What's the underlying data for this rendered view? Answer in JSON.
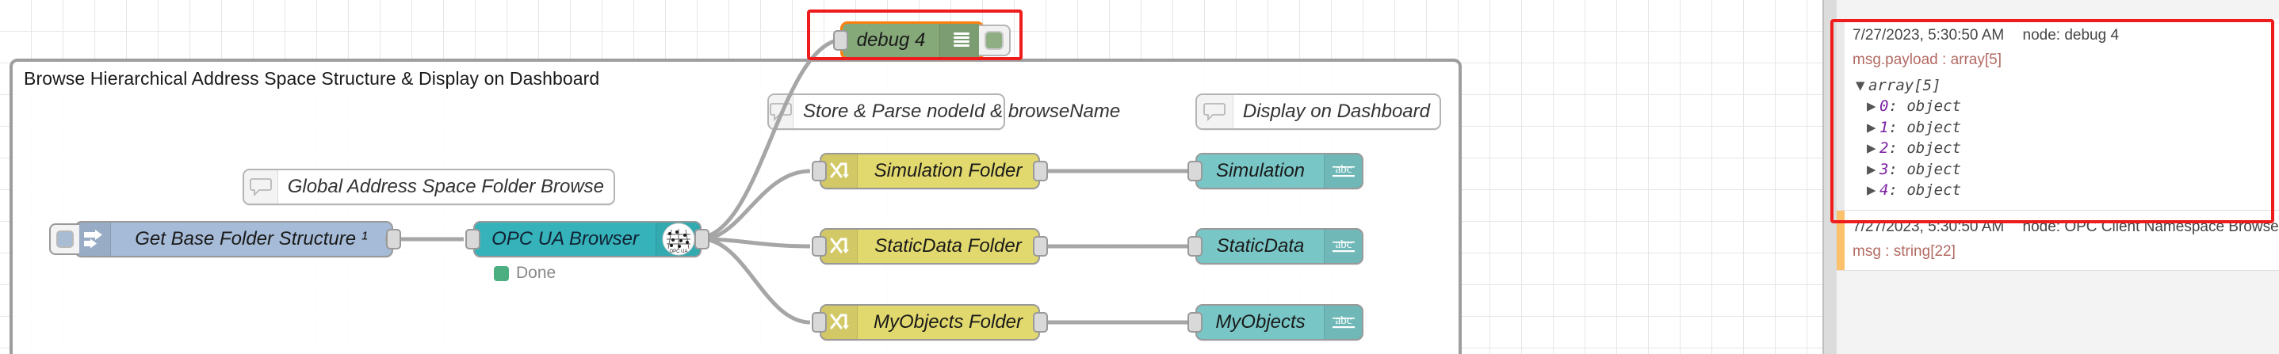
{
  "canvas": {
    "group": {
      "label": "Browse Hierarchical Address Space Structure & Display on Dashboard"
    },
    "nodes": [
      {
        "id": "inject",
        "type": "inject",
        "label": "Get Base Folder Structure ¹"
      },
      {
        "id": "opcua",
        "type": "opcua",
        "label": "OPC UA Browser",
        "icon": "opc-ua-icon",
        "status": "Done"
      },
      {
        "id": "comment1",
        "type": "comment",
        "label": "Global Address Space Folder Browse",
        "icon": "comment-icon"
      },
      {
        "id": "comment2",
        "type": "comment",
        "label": "Store & Parse nodeId & browseName",
        "icon": "comment-icon"
      },
      {
        "id": "comment3",
        "type": "comment",
        "label": "Display on Dashboard",
        "icon": "comment-icon"
      },
      {
        "id": "fn_sim",
        "type": "function",
        "label": "Simulation Folder",
        "icon": "function-icon"
      },
      {
        "id": "fn_static",
        "type": "function",
        "label": "StaticData Folder",
        "icon": "function-icon"
      },
      {
        "id": "fn_myobj",
        "type": "function",
        "label": "MyObjects Folder",
        "icon": "function-icon"
      },
      {
        "id": "ui_sim",
        "type": "ui_text",
        "label": "Simulation",
        "icon": "abc-icon"
      },
      {
        "id": "ui_static",
        "type": "ui_text",
        "label": "StaticData",
        "icon": "abc-icon"
      },
      {
        "id": "ui_myobj",
        "type": "ui_text",
        "label": "MyObjects",
        "icon": "abc-icon"
      },
      {
        "id": "debug4",
        "type": "debug",
        "label": "debug 4",
        "icon": "debug-lines-icon",
        "selected": true
      }
    ],
    "colors": {
      "inject": "#a6bbd7",
      "opcua": "#36b3ba",
      "function": "#e2d96e",
      "ui_text": "#79c6c6",
      "debug": "#86a97a",
      "status_done": "#4caf82",
      "selection": "#ff7f0e",
      "annotation": "#ee1c1c"
    }
  },
  "sidebar": {
    "messages": [
      {
        "timestamp": "7/27/2023, 5:30:50 AM",
        "node": "node: debug 4",
        "topic": "msg.payload : array[5]",
        "tree_root": "array[5]",
        "tree_items": [
          {
            "index": "0",
            "value": "object"
          },
          {
            "index": "1",
            "value": "object"
          },
          {
            "index": "2",
            "value": "object"
          },
          {
            "index": "3",
            "value": "object"
          },
          {
            "index": "4",
            "value": "object"
          }
        ],
        "highlighted": true
      },
      {
        "timestamp": "7/27/2023, 5:30:50 AM",
        "node": "node: OPC Client Namespace Browser",
        "topic": "msg : string[22]",
        "tree_root": "",
        "tree_items": [],
        "highlighted": false
      }
    ]
  }
}
